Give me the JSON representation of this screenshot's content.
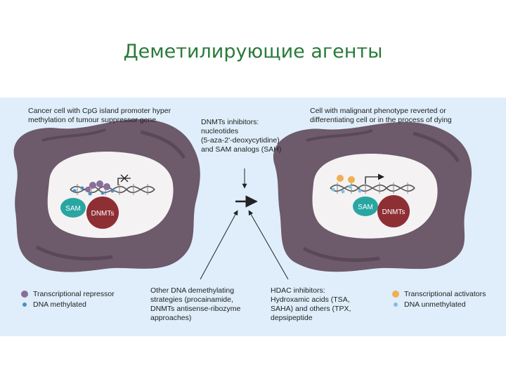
{
  "slide": {
    "title": "Деметилирующие агенты"
  },
  "labels": {
    "cancer_cell": "Cancer cell with CpG island promoter hyper\nmethylation of tumour suppressor gene",
    "dnmt_inhibitors": "DNMTs inhibitors:\nnucleotides\n(5-aza-2'-deoxycytidine)\nand SAM analogs (SAH)",
    "reverted_cell": "Cell with malignant phenotype reverted or\ndifferentiating cell or in the process of dying",
    "other_strategies": "Other DNA demethylating\nstrategies (procainamide,\nDNMTs antisense-ribozyme\napproaches)",
    "hdac_inhibitors": "HDAC inhibitors:\nHydroxamic acids (TSA,\nSAHA) and others (TPX,\ndepsipeptide"
  },
  "enzymes": {
    "sam": "SAM",
    "dnmts": "DNMTs"
  },
  "legend_left": [
    {
      "text": "Transcriptional repressor",
      "color": "#8a6e9a"
    },
    {
      "text": "DNA methylated",
      "color": "#4a8fc4"
    }
  ],
  "legend_right": [
    {
      "text": "Transcriptional activators",
      "color": "#f0b050"
    },
    {
      "text": "DNA unmethylated",
      "color": "#7ec0e6"
    }
  ],
  "colors": {
    "title": "#2a7a3a",
    "panel": "#dfeefa",
    "cell": "#6d5a6b",
    "cell_dark": "#5a4658",
    "nucleus": "#f4f2f3",
    "sam": "#2aa6a2",
    "dnmts": "#8e2f34"
  }
}
